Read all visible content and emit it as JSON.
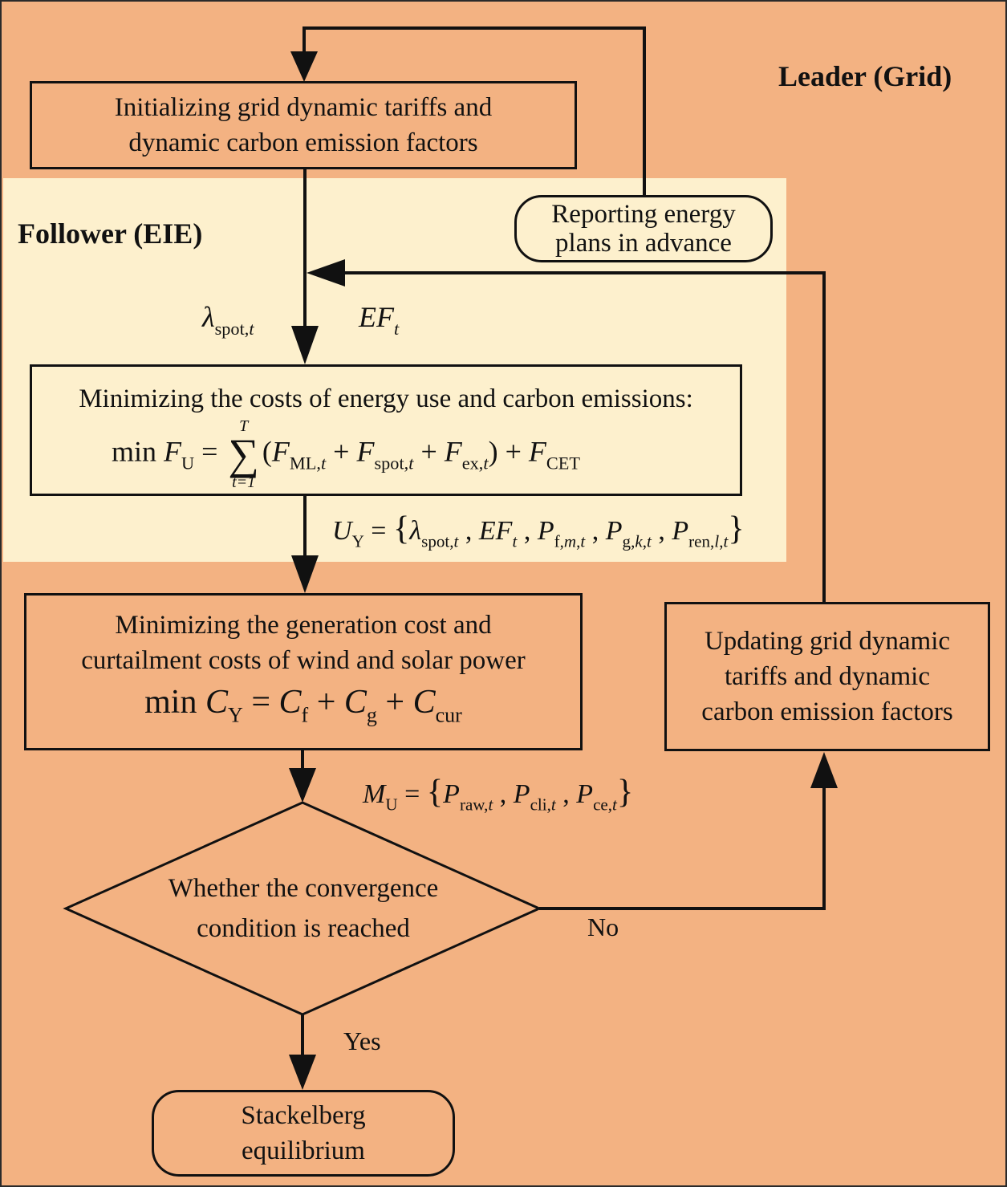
{
  "regions": {
    "leader": "Leader (Grid)",
    "follower": "Follower (EIE)"
  },
  "boxes": {
    "init": [
      "Initializing grid dynamic tariffs and",
      "dynamic carbon emission factors"
    ],
    "report": [
      "Reporting  energy",
      "plans in advance"
    ],
    "follower_min": {
      "title": "Minimizing the costs of energy use and carbon emissions:",
      "min": "min",
      "F": "F",
      "F_sub": "U",
      "sum_upper": "T",
      "sum_lower": "t=1",
      "sigma": "∑"
    },
    "gen_min": {
      "lines": [
        "Minimizing the generation cost and",
        "curtailment costs of wind and solar power"
      ],
      "min": "min"
    },
    "update": [
      "Updating grid dynamic",
      "tariffs and dynamic",
      "carbon emission factors"
    ],
    "decision": [
      "Whether the convergence",
      "condition is reached"
    ],
    "end": [
      "Stackelberg",
      "equilibrium"
    ]
  },
  "edge_labels": {
    "lambda": "λ",
    "lambda_sub": "spot",
    "lambda_t": "t",
    "EF": "EF",
    "EF_t": "t",
    "no": "No",
    "yes": "Yes"
  },
  "sets": {
    "UY": "U",
    "UY_sub": "Y",
    "MU": "M",
    "MU_sub": "U"
  },
  "colors": {
    "leader_bg": "#f3b282",
    "follower_bg": "#fdf0cd",
    "stroke": "#111111"
  }
}
